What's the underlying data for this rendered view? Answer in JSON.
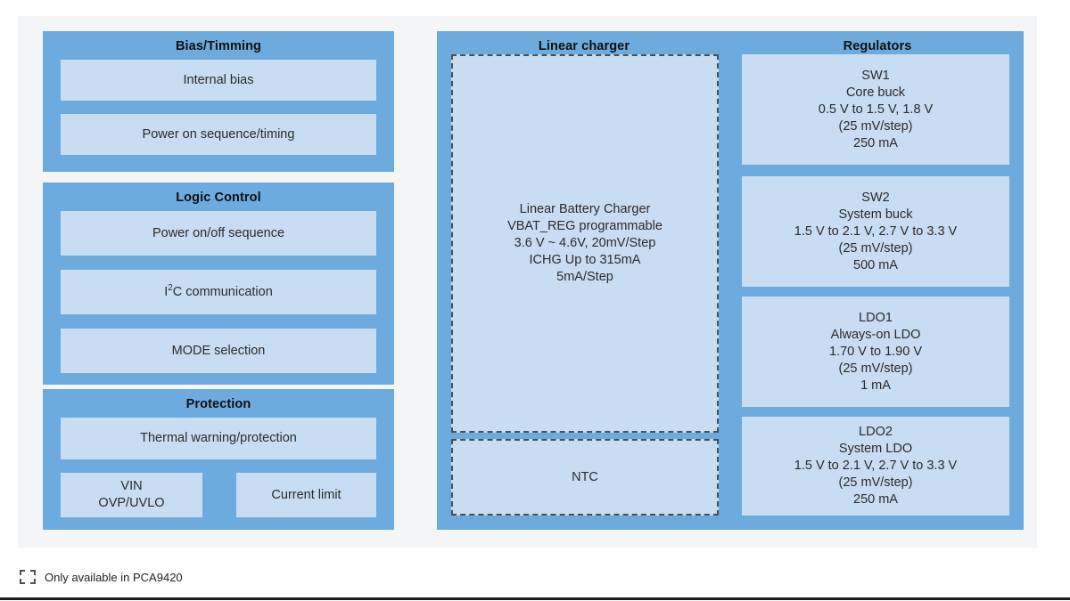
{
  "legend": {
    "swatch_icon": "dashed-square-icon",
    "label": "Only available in PCA9420"
  },
  "colors": {
    "panel_blue": "#6dabdf",
    "block_blue": "#c8ddf1",
    "canvas_gray": "#f4f5f7",
    "dashed_border": "#4a4f55"
  },
  "panels": {
    "bias": {
      "title": "Bias/Timming",
      "blocks": [
        {
          "lines": [
            "Internal bias"
          ]
        },
        {
          "lines": [
            "Power on sequence/timing"
          ]
        }
      ]
    },
    "logic": {
      "title": "Logic Control",
      "blocks": [
        {
          "lines": [
            "Power on/off sequence"
          ]
        },
        {
          "lines": [
            "I2C communication"
          ],
          "html": "I<sup>2</sup>C communication"
        },
        {
          "lines": [
            "MODE selection"
          ]
        }
      ]
    },
    "protection": {
      "title": "Protection",
      "blocks": [
        {
          "lines": [
            "Thermal warning/protection"
          ]
        },
        {
          "lines": [
            "VIN",
            "OVP/UVLO"
          ]
        },
        {
          "lines": [
            "Current limit"
          ]
        }
      ]
    },
    "linear_charger": {
      "title": "Linear charger",
      "blocks": [
        {
          "dashed": true,
          "lines": [
            "Linear Battery Charger",
            "VBAT_REG programmable",
            "3.6 V ~ 4.6V, 20mV/Step",
            "ICHG Up to 315mA",
            "5mA/Step"
          ]
        },
        {
          "dashed": true,
          "lines": [
            "NTC"
          ]
        }
      ]
    },
    "regulators": {
      "title": "Regulators",
      "blocks": [
        {
          "lines": [
            "SW1",
            "Core buck",
            "0.5 V to 1.5 V, 1.8 V",
            "(25 mV/step)",
            "250 mA"
          ]
        },
        {
          "lines": [
            "SW2",
            "System buck",
            "1.5 V to 2.1 V, 2.7 V to 3.3 V",
            "(25 mV/step)",
            "500 mA"
          ]
        },
        {
          "lines": [
            "LDO1",
            "Always-on LDO",
            "1.70 V to 1.90 V",
            "(25 mV/step)",
            "1 mA"
          ]
        },
        {
          "lines": [
            "LDO2",
            "System LDO",
            "1.5 V to 2.1 V, 2.7 V to 3.3 V",
            "(25 mV/step)",
            "250 mA"
          ]
        }
      ]
    }
  }
}
